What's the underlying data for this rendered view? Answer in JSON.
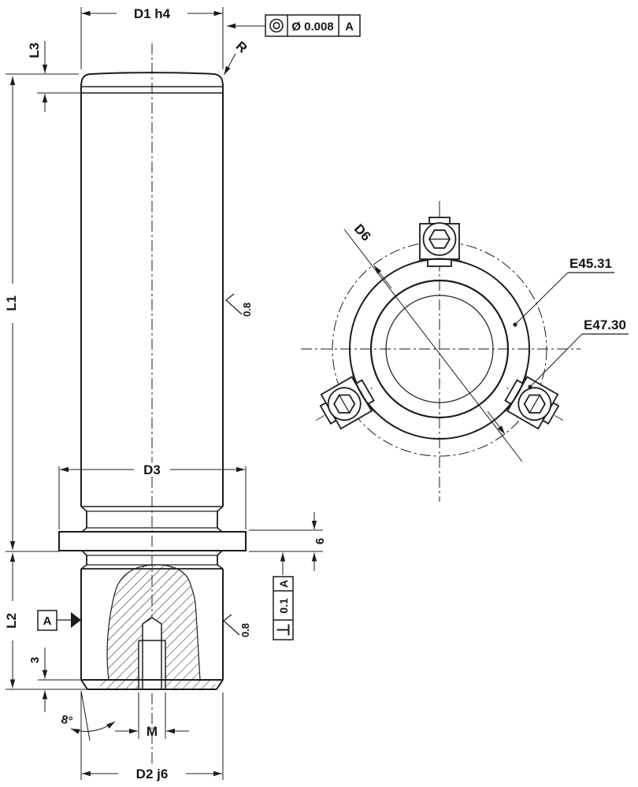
{
  "drawing": {
    "kind": "technical-drawing",
    "dimensions": {
      "d1": "D1 h4",
      "l3": "L3",
      "radius": "R",
      "l1": "L1",
      "d3": "D3",
      "six": "6",
      "l2": "L2",
      "three": "3",
      "angle": "8°",
      "thread": "M",
      "d2": "D2 j6",
      "d6": "D6"
    },
    "surface_finish": {
      "shaft": "0.8",
      "base": "0.8"
    },
    "datum_label": "A",
    "concentricity_frame": {
      "symbol": "concentricity-icon",
      "tolerance": "Ø 0.008",
      "datum": "A"
    },
    "perpendicularity_frame": {
      "symbol": "perpendicularity-icon",
      "tolerance": "0.1",
      "datum": "A"
    },
    "callouts": {
      "e45": "E45.31",
      "e47": "E47.30"
    },
    "colors": {
      "line": "#1c1c1c",
      "background": "#ffffff"
    }
  }
}
